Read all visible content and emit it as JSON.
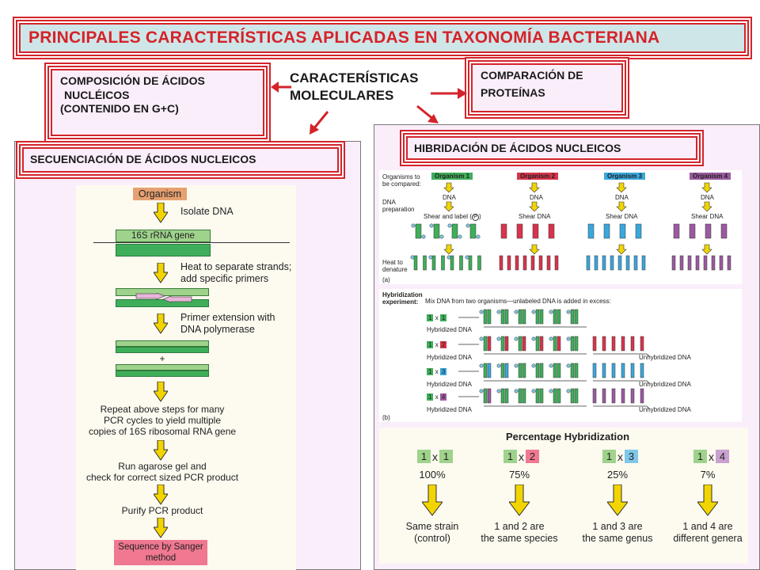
{
  "title": "PRINCIPALES CARACTERÍSTICAS APLICADAS EN TAXONOMÍA BACTERIANA",
  "molecular": {
    "line1": "CARACTERÍSTICAS",
    "line2": "MOLECULARES"
  },
  "boxes": {
    "gc_line1": "COMPOSICIÓN DE ÁCIDOS",
    "gc_line2": "NUCLÉICOS",
    "gc_line3": "(CONTENIDO EN G+C)",
    "protein_line1": "COMPARACIÓN DE",
    "protein_line2": "PROTEÍNAS",
    "sequencing": "SECUENCIACIÓN DE ÁCIDOS NUCLEICOS",
    "hybridization": "HIBRIDACIÓN DE ÁCIDOS NUCLEICOS"
  },
  "flowchart": {
    "organism": "Organism",
    "isolate": "Isolate DNA",
    "gene": "16S rRNA gene",
    "heat1": "Heat to separate strands;",
    "heat2": "add specific primers",
    "primer1": "Primer extension with",
    "primer2": "DNA polymerase",
    "plus": "+",
    "repeat1": "Repeat above steps for many",
    "repeat2": "PCR cycles to yield multiple",
    "repeat3": "copies of 16S ribosomal RNA gene",
    "gel1": "Run agarose gel and",
    "gel2": "check for correct sized PCR product",
    "purify": "Purify PCR product",
    "sanger1": "Sequence by Sanger",
    "sanger2": "method"
  },
  "hyb_a": {
    "compare1": "Organisms to",
    "compare2": "be compared:",
    "prep1": "DNA",
    "prep2": "preparation",
    "heat1": "Heat to",
    "heat2": "denature",
    "orgs": [
      "Organism 1",
      "Organism 2",
      "Organism 3",
      "Organism 4"
    ],
    "dna": "DNA",
    "shear_label": "Shear and label (",
    "shear_p": "P",
    "shear_close": ")",
    "shear": "Shear DNA",
    "panel": "(a)"
  },
  "hyb_b": {
    "exp1": "Hybridization",
    "exp2": "experiment:",
    "mix": "Mix DNA from two organisms—unlabeled DNA is added in excess:",
    "hybridized": "Hybridized DNA",
    "unhybridized": "Unhybridized DNA",
    "panel": "(b)",
    "times": "x",
    "pairs": [
      "1",
      "2",
      "3",
      "4"
    ]
  },
  "percentage": {
    "title": "Percentage Hybridization",
    "times": "x",
    "items": [
      {
        "a": "1",
        "b": "1",
        "value": "100%",
        "l1": "Same strain",
        "l2": "(control)"
      },
      {
        "a": "1",
        "b": "2",
        "value": "75%",
        "l1": "1 and 2 are",
        "l2": "the same species"
      },
      {
        "a": "1",
        "b": "3",
        "value": "25%",
        "l1": "1 and 3 are",
        "l2": "the same genus"
      },
      {
        "a": "1",
        "b": "4",
        "value": "7%",
        "l1": "1 and 4 are",
        "l2": "different genera"
      }
    ]
  },
  "colors": {
    "red": "#d4232a",
    "green": "#3fae5a",
    "crimson": "#d8344c",
    "blue": "#3aa7dc",
    "purple": "#9b5aa0",
    "yellow": "#f2d500",
    "orange": "#e6a071",
    "salmon": "#f07891"
  }
}
